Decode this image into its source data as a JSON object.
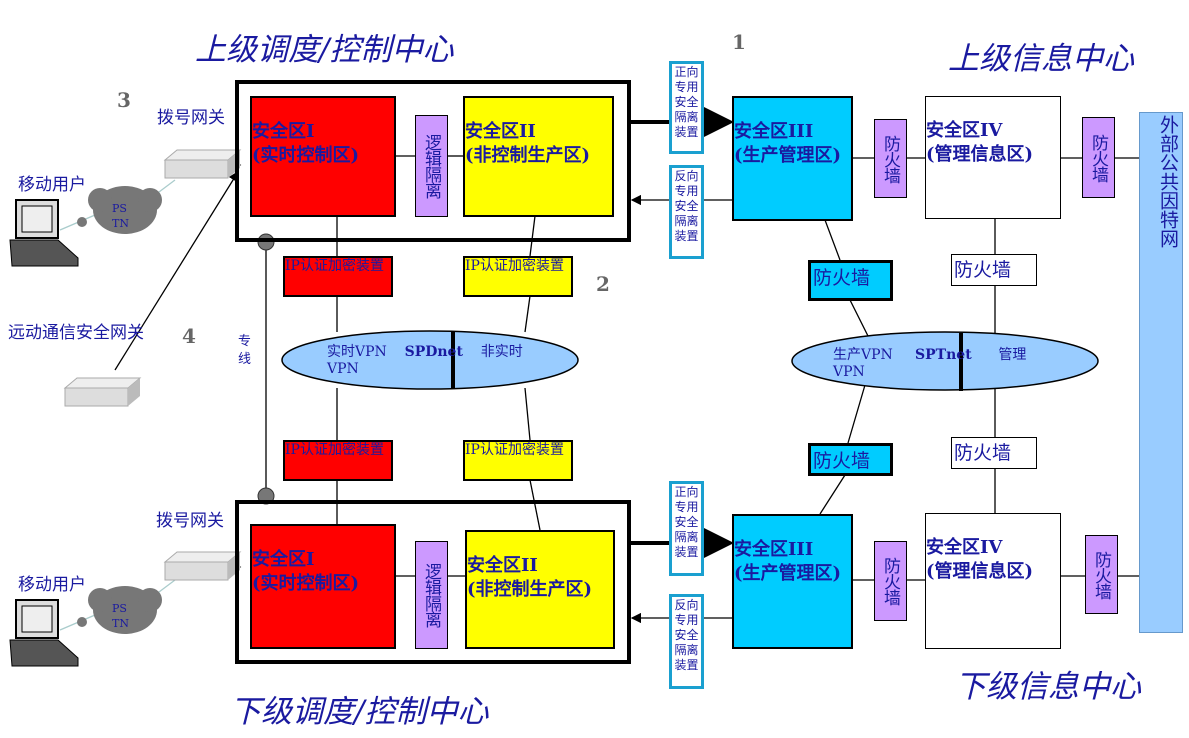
{
  "titles": {
    "upper_dispatch": "上级调度/控制中心",
    "lower_dispatch": "下级调度/控制中心",
    "upper_info": "上级信息中心",
    "lower_info": "下级信息中心"
  },
  "markers": [
    "1",
    "2",
    "3",
    "4"
  ],
  "zones": {
    "zone1": [
      "安全区I",
      "(实时控制区)"
    ],
    "zone2": [
      "安全区II",
      "(非控制生产区)"
    ],
    "zone3": [
      "安全区III",
      "(生产管理区)"
    ],
    "zone4": [
      "安全区IV",
      "(管理信息区)"
    ]
  },
  "logical_isolation": "逻辑隔离",
  "forward_device": "正向专用安全隔离装置",
  "reverse_device": "反向专用安全隔离装置",
  "firewall": "防火墙",
  "internet": "外部公共因特网",
  "ip_device": "IP认证加密装置",
  "spdnet": {
    "left": "实时VPN",
    "name": "SPDnet",
    "right": "非实时",
    "sub": "VPN"
  },
  "sptnet": {
    "left": "生产VPN",
    "name": "SPTnet",
    "right": "管理",
    "sub": "VPN"
  },
  "left": {
    "dial_gateway": "拨号网关",
    "mobile_user": "移动用户",
    "pstn": [
      "PS",
      "TN"
    ],
    "remote_gateway": "远动通信安全网关",
    "leased_line": "专线"
  },
  "colors": {
    "zone1": "#ff0000",
    "zone2": "#ffff00",
    "zone3": "#00ccff",
    "isolation": "#cc99ff",
    "network": "#99ccff",
    "text": "#1a1aa0"
  }
}
